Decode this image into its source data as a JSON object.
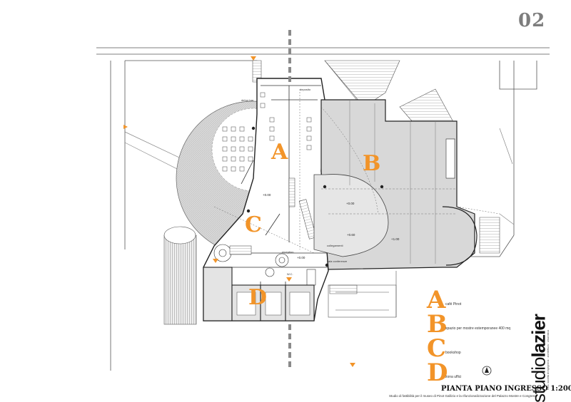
{
  "page_number": "02",
  "zones": [
    "A",
    "B",
    "C",
    "D"
  ],
  "legend": [
    {
      "letter": "A",
      "text": "café Pinot"
    },
    {
      "letter": "B",
      "text": "spazio per mostre estemporanee 400 mq"
    },
    {
      "letter": "C",
      "text": "bookshop"
    },
    {
      "letter": "D",
      "text": "zona uffici"
    }
  ],
  "title": "PIANTA PIANO INGRESSO 1:200",
  "subtitle": "Studio di fattibilità per il museo di Pinot Gallizio e la rifunzionalizzazione del Palazzo Mostre e Congressi",
  "brand": {
    "part1": "studio",
    "part2": "lazier",
    "tagline": "s.a.s. società di ingegneria · architettura · urbanistica"
  },
  "labels": {
    "deposito": "deposito",
    "tavoli": "dehor bar",
    "sala_conferenze": "sala conferenze",
    "collegamenti": "collegamenti",
    "reception": "reception",
    "wc": "W.C."
  },
  "levels": {
    "l1": "+0.00",
    "l2": "+0.00",
    "l3": "+1.00",
    "l4": "+0.60",
    "l5": "+0.00"
  }
}
